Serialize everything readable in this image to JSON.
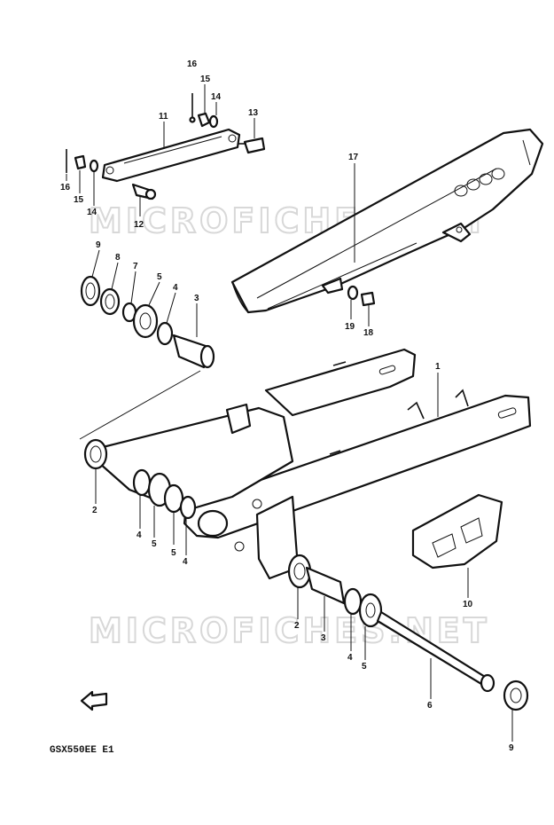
{
  "watermarks": [
    "MICROFICHES.NET",
    "MICROFICHES.NET"
  ],
  "model_code": "GSX550EE E1",
  "callouts": [
    {
      "id": "c16a",
      "text": "16"
    },
    {
      "id": "c15a",
      "text": "15"
    },
    {
      "id": "c14a",
      "text": "14"
    },
    {
      "id": "c11",
      "text": "11"
    },
    {
      "id": "c13",
      "text": "13"
    },
    {
      "id": "c16b",
      "text": "16"
    },
    {
      "id": "c15b",
      "text": "15"
    },
    {
      "id": "c14b",
      "text": "14"
    },
    {
      "id": "c12",
      "text": "12"
    },
    {
      "id": "c17",
      "text": "17"
    },
    {
      "id": "c9a",
      "text": "9"
    },
    {
      "id": "c8",
      "text": "8"
    },
    {
      "id": "c7",
      "text": "7"
    },
    {
      "id": "c5a",
      "text": "5"
    },
    {
      "id": "c4a",
      "text": "4"
    },
    {
      "id": "c3a",
      "text": "3"
    },
    {
      "id": "c19",
      "text": "19"
    },
    {
      "id": "c18",
      "text": "18"
    },
    {
      "id": "c1",
      "text": "1"
    },
    {
      "id": "c2a",
      "text": "2"
    },
    {
      "id": "c4b",
      "text": "4"
    },
    {
      "id": "c5b",
      "text": "5"
    },
    {
      "id": "c5c",
      "text": "5"
    },
    {
      "id": "c4c",
      "text": "4"
    },
    {
      "id": "c10",
      "text": "10"
    },
    {
      "id": "c2b",
      "text": "2"
    },
    {
      "id": "c3b",
      "text": "3"
    },
    {
      "id": "c4d",
      "text": "4"
    },
    {
      "id": "c5d",
      "text": "5"
    },
    {
      "id": "c6",
      "text": "6"
    },
    {
      "id": "c9b",
      "text": "9"
    }
  ]
}
